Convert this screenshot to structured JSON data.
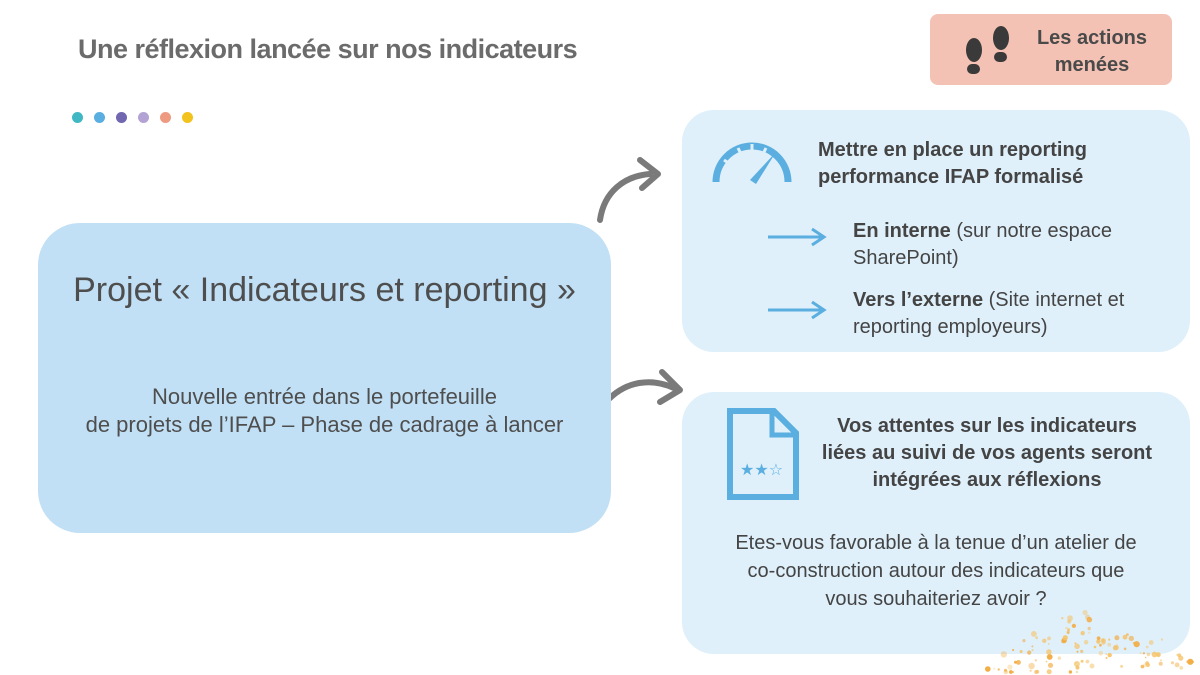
{
  "title": "Une réflexion lancée sur nos indicateurs",
  "dots": [
    "#3fb8c4",
    "#5aaee0",
    "#7067b0",
    "#b3a3d4",
    "#ee9a80",
    "#f2c21d"
  ],
  "badge": {
    "line1": "Les actions",
    "line2": "menées",
    "icon": "footsteps-icon"
  },
  "project": {
    "title": "Projet « Indicateurs et reporting »",
    "line1": "Nouvelle entrée dans le portefeuille",
    "line2": "de projets de l’IFAP – Phase de cadrage à lancer"
  },
  "reporting": {
    "icon": "speedometer-icon",
    "heading_line1": "Mettre en place un reporting",
    "heading_line2": "performance IFAP formalisé",
    "items": [
      {
        "bold": "En interne",
        "rest": " (sur notre espace SharePoint)"
      },
      {
        "bold": "Vers l’externe",
        "rest": "  (Site internet et reporting employeurs)"
      }
    ]
  },
  "expectations": {
    "icon": "rated-document-icon",
    "heading_line1": "Vos attentes sur les indicateurs",
    "heading_line2": "liées au suivi de vos agents seront",
    "heading_line3": "intégrées aux réflexions",
    "question_line1": "Etes-vous favorable à la tenue d’un atelier de",
    "question_line2": "co-construction autour des indicateurs que",
    "question_line3": "vous souhaiteriez avoir ?"
  },
  "colors": {
    "main_box": "#c2e0f5",
    "side_box": "#dff0fb",
    "accent_blue": "#5aaee0",
    "badge": "#f4c2b4",
    "arrow_grey": "#7a7a7a"
  }
}
